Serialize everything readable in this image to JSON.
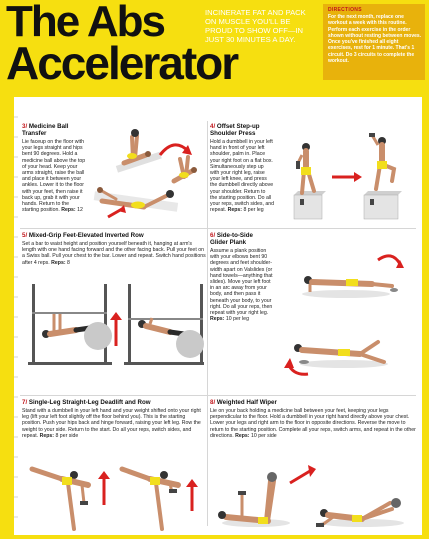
{
  "header": {
    "title_line1": "The Abs",
    "title_line2": "Accelerator",
    "tagline": "INCINERATE FAT AND PACK ON MUSCLE YOU'LL BE PROUD TO SHOW OFF—IN JUST 30 MINUTES A DAY.",
    "directions_label": "DIRECTIONS",
    "directions_text": "For the next month, replace one workout a week with this routine. Perform each exercise in the order shown without resting between moves. Once you've finished all eight exercises, rest for 1 minute. That's 1 circuit. Do 3 circuits to complete the workout."
  },
  "exercises": [
    {
      "number": "3/",
      "name_line1": "Medicine Ball",
      "name_line2": "Transfer",
      "description": "Lie faceup on the floor with your legs straight and hips bent 90 degrees. Hold a medicine ball above the top of your head. Keep your arms straight, raise the ball and place it between your ankles. Lower it to the floor with your feet, then raise it back up, grab it with your hands. Return to the starting position.",
      "reps_label": "Reps:",
      "reps_value": "12"
    },
    {
      "number": "4/",
      "name_line1": "Offset Step-up",
      "name_line2": "Shoulder Press",
      "description": "Hold a dumbbell in your left hand in front of your left shoulder, palm in. Place your right foot on a flat box. Simultaneously step up with your right leg, raise your left knee, and press the dumbbell directly above your shoulder. Return to the starting position. Do all your reps, switch sides, and repeat.",
      "reps_label": "Reps:",
      "reps_value": "8 per leg"
    },
    {
      "number": "5/",
      "name_line1": "Mixed-Grip Feet-Elevated Inverted Row",
      "name_line2": "",
      "description": "Set a bar to waist height and position yourself beneath it, hanging at arm's length with one hand facing forward and the other facing back. Pull your feet on a Swiss ball. Pull your chest to the bar. Lower and repeat. Switch hand positions after 4 reps.",
      "reps_label": "Reps:",
      "reps_value": "8"
    },
    {
      "number": "6/",
      "name_line1": "Side-to-Side",
      "name_line2": "Glider Plank",
      "description": "Assume a plank position with your elbows bent 90 degrees and feet shoulder-width apart on Valslides (or hand towels—anything that slides). Move your left foot in an arc away from your body, and then pass it beneath your body, to your right. Do all your reps, then repeat with your right leg.",
      "reps_label": "Reps:",
      "reps_value": "10 per leg"
    },
    {
      "number": "7/",
      "name_line1": "Single-Leg Straight-Leg Deadlift and Row",
      "name_line2": "",
      "description": "Stand with a dumbbell in your left hand and your weight shifted onto your right leg (lift your left foot slightly off the floor behind you). This is the starting position. Push your hips back and hinge forward, raising your left leg. Row the weight to your side. Return to the start. Do all your reps, switch sides, and repeat.",
      "reps_label": "Reps:",
      "reps_value": "8 per side"
    },
    {
      "number": "8/",
      "name_line1": "Weighted Half Wiper",
      "name_line2": "",
      "description": "Lie on your back holding a medicine ball between your feet, keeping your legs perpendicular to the floor. Hold a dumbbell in your right hand directly above your chest. Lower your legs and right arm to the floor in opposite directions. Reverse the move to return to the starting position. Complete all your reps, switch arms, and repeat in the other directions.",
      "reps_label": "Reps:",
      "reps_value": "10 per side"
    }
  ]
}
